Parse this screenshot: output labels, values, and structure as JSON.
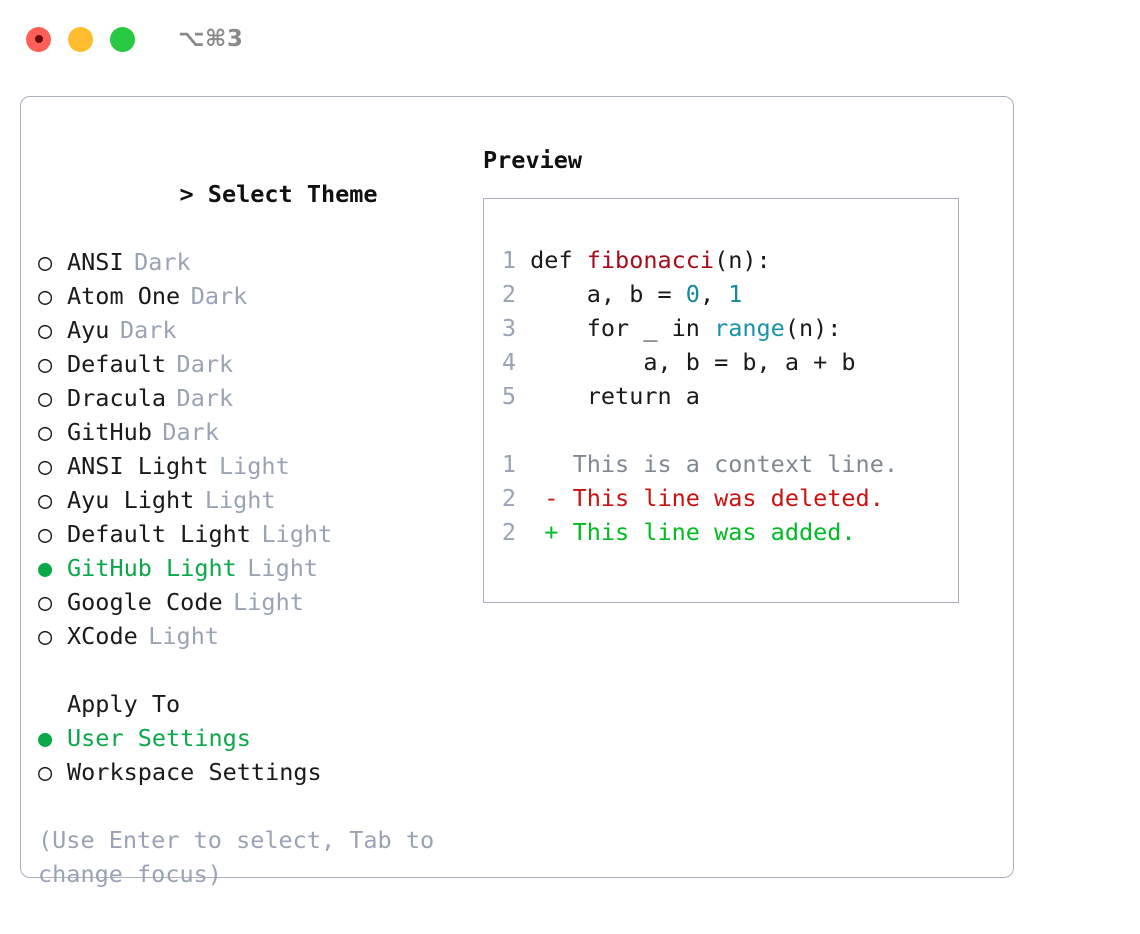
{
  "window": {
    "title": "⌥⌘3",
    "traffic_lights": [
      "close-red",
      "minimize-yellow",
      "maximize-green"
    ]
  },
  "theme_picker": {
    "header": "> Select Theme",
    "header_caret": ">",
    "header_label": "Select Theme",
    "bullet_unselected": "○",
    "bullet_selected": "●",
    "items": [
      {
        "label": "ANSI",
        "variant": "Dark",
        "selected": false
      },
      {
        "label": "Atom One",
        "variant": "Dark",
        "selected": false
      },
      {
        "label": "Ayu",
        "variant": "Dark",
        "selected": false
      },
      {
        "label": "Default",
        "variant": "Dark",
        "selected": false
      },
      {
        "label": "Dracula",
        "variant": "Dark",
        "selected": false
      },
      {
        "label": "GitHub",
        "variant": "Dark",
        "selected": false
      },
      {
        "label": "ANSI Light",
        "variant": "Light",
        "selected": false
      },
      {
        "label": "Ayu Light",
        "variant": "Light",
        "selected": false
      },
      {
        "label": "Default Light",
        "variant": "Light",
        "selected": false
      },
      {
        "label": "GitHub Light",
        "variant": "Light",
        "selected": true
      },
      {
        "label": "Google Code",
        "variant": "Light",
        "selected": false
      },
      {
        "label": "XCode",
        "variant": "Light",
        "selected": false
      }
    ]
  },
  "apply_to": {
    "header": "Apply To",
    "items": [
      {
        "label": "User Settings",
        "selected": true
      },
      {
        "label": "Workspace Settings",
        "selected": false
      }
    ]
  },
  "hint": "(Use Enter to select, Tab to change focus)",
  "preview": {
    "title": "Preview",
    "code_lines": [
      {
        "no": "1",
        "indent": "",
        "tokens": [
          {
            "t": "def ",
            "c": "kw"
          },
          {
            "t": "fibonacci",
            "c": "fnname"
          },
          {
            "t": "(n):",
            "c": "kw"
          }
        ]
      },
      {
        "no": "2",
        "indent": "    ",
        "tokens": [
          {
            "t": "a, b = ",
            "c": "kw"
          },
          {
            "t": "0",
            "c": "num"
          },
          {
            "t": ", ",
            "c": "kw"
          },
          {
            "t": "1",
            "c": "num"
          }
        ]
      },
      {
        "no": "3",
        "indent": "    ",
        "tokens": [
          {
            "t": "for _ in ",
            "c": "kw"
          },
          {
            "t": "range",
            "c": "builtin"
          },
          {
            "t": "(n):",
            "c": "kw"
          }
        ]
      },
      {
        "no": "4",
        "indent": "        ",
        "tokens": [
          {
            "t": "a, b = b, a + b",
            "c": "kw"
          }
        ]
      },
      {
        "no": "5",
        "indent": "    ",
        "tokens": [
          {
            "t": "return a",
            "c": "kw"
          }
        ]
      }
    ],
    "diff_lines": [
      {
        "no": "1",
        "marker": " ",
        "text": "This is a context line.",
        "kind": "ctx"
      },
      {
        "no": "2",
        "marker": "-",
        "text": "This line was deleted.",
        "kind": "del"
      },
      {
        "no": "2",
        "marker": "+",
        "text": "This line was added.",
        "kind": "add"
      }
    ]
  },
  "colors": {
    "accent_green": "#0aa84a",
    "muted": "#9aa3b4",
    "border": "#a9b1bf",
    "fn_red": "#a80a18",
    "builtin_blue": "#1a93a6",
    "number_teal": "#0f8b99",
    "diff_delete": "#cc1111",
    "diff_add": "#00bb22",
    "traffic_red": "#ff5f57",
    "traffic_yellow": "#febc2e",
    "traffic_green": "#28c840"
  }
}
